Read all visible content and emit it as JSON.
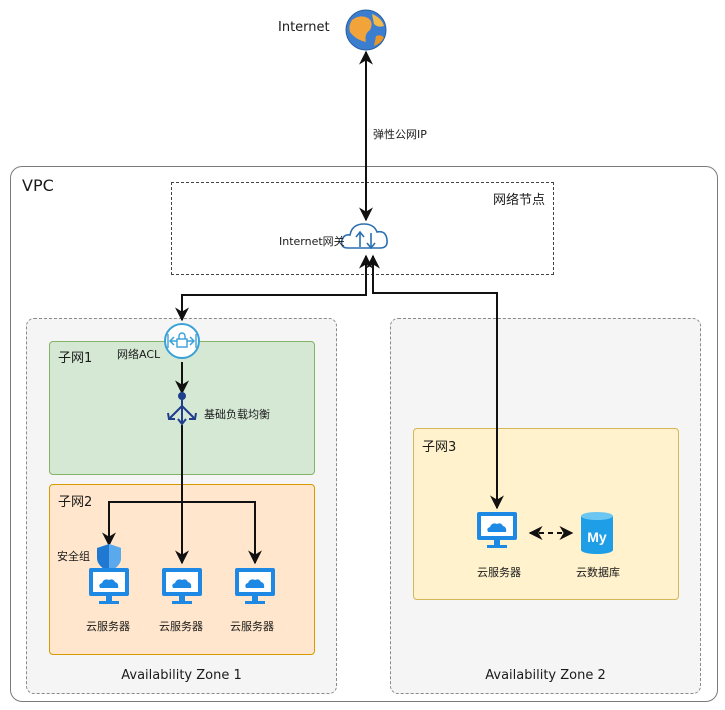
{
  "internet": {
    "label": "Internet"
  },
  "eip": {
    "label": "弹性公网IP"
  },
  "vpc": {
    "label": "VPC"
  },
  "network_node": {
    "label": "网络节点",
    "gateway_label": "Internet网关"
  },
  "zone1": {
    "label": "Availability Zone 1",
    "subnet1": {
      "label": "子网1",
      "acl_label": "网络ACL",
      "lb_label": "基础负载均衡"
    },
    "subnet2": {
      "label": "子网2",
      "sg_label": "安全组",
      "servers": [
        "云服务器",
        "云服务器",
        "云服务器"
      ]
    }
  },
  "zone2": {
    "label": "Availability Zone 2",
    "subnet3": {
      "label": "子网3",
      "server_label": "云服务器",
      "db_label": "云数据库",
      "db_icon_text": "My"
    }
  },
  "colors": {
    "subnet1_fill": "#d5e8d4",
    "subnet2_fill": "#ffe6cc",
    "subnet3_fill": "#fff2cc",
    "server_blue": "#1e88e5",
    "gateway_blue": "#2a6fb0",
    "lb_navy": "#1f3f8c"
  },
  "icons": [
    "globe-icon",
    "cloud-gateway-icon",
    "acl-icon",
    "load-balancer-icon",
    "shield-icon",
    "monitor-icon",
    "database-icon"
  ]
}
